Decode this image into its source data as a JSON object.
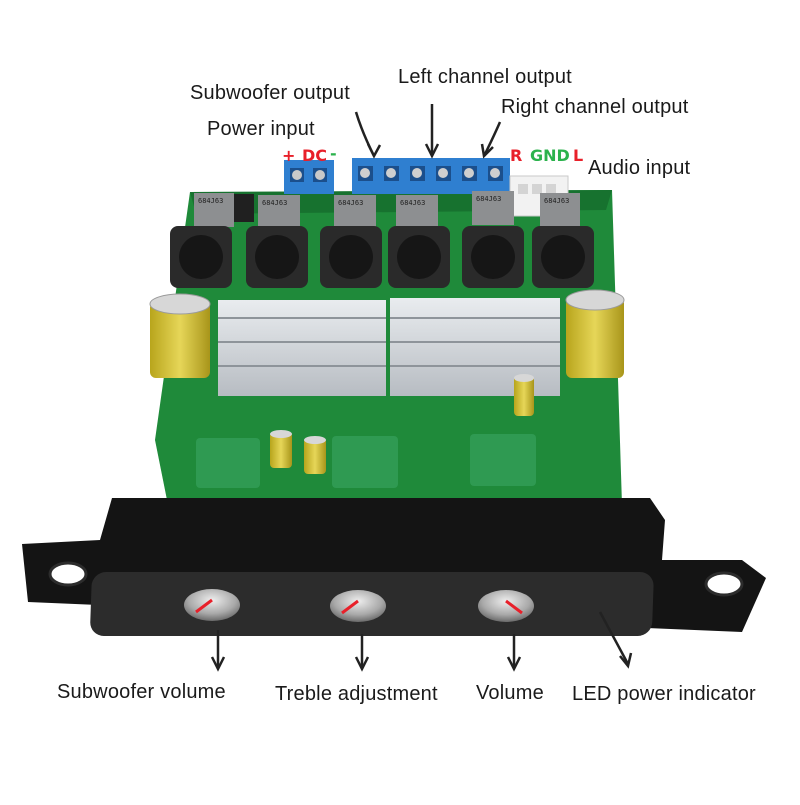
{
  "labels": {
    "subwoofer_output": "Subwoofer output",
    "left_channel_output": "Left channel output",
    "right_channel_output": "Right channel output",
    "power_input": "Power input",
    "audio_input": "Audio input",
    "subwoofer_volume": "Subwoofer volume",
    "treble_adjustment": "Treble adjustment",
    "volume": "Volume",
    "led_power_indicator": "LED power indicator"
  },
  "pin_marks": {
    "plus": "+",
    "dc": "DC",
    "minus": "-",
    "r": "R",
    "gnd": "GND",
    "l": "L"
  },
  "colors": {
    "plus": "#e8202a",
    "dc": "#e8202a",
    "minus": "#2bb24c",
    "r": "#e8202a",
    "gnd": "#2bb24c",
    "l": "#e8202a",
    "pcb": "#1f8a3a",
    "terminal": "#2f7fd0",
    "panel": "#141414"
  },
  "board_marking": "684J63"
}
